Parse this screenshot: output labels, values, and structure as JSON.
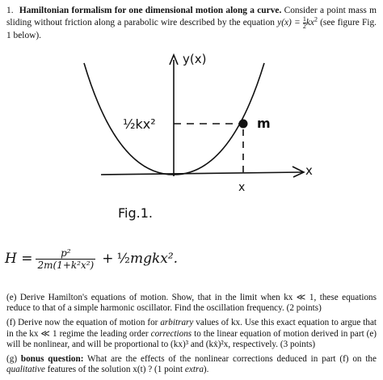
{
  "intro": {
    "number": "1.",
    "title": "Hamiltonian formalism for one dimensional motion along a curve.",
    "text_before_eq": "Consider a point mass m sliding without friction along a parabolic wire described by the equation",
    "equation": "y(x) = ",
    "half_num": "1",
    "half_den": "2",
    "eq_tail": "kx",
    "eq_exp": "2",
    "text_after": "(see figure Fig. 1 below)."
  },
  "figure": {
    "y_axis_label": "y(x)",
    "x_axis_label": "x",
    "x_point_label": "x",
    "mass_label": "m",
    "height_label": "½kx²",
    "caption": "Fig.1."
  },
  "hamiltonian": {
    "lhs": "H =",
    "num": "p²",
    "den": "2m(1+k²x²)",
    "plus": "+",
    "half": "½",
    "tail": "mgkx².",
    "full": "H = p² / 2m(1+k²x²) + ½mgkx²."
  },
  "questions": {
    "e": "(e) Derive Hamilton's equations of motion. Show, that in the limit when kx ≪ 1, these equations reduce to that of a simple harmonic oscillator. Find the oscillation frequency. (2 points)",
    "f_1": "(f) Derive now the equation of motion for",
    "f_arbitrary": "arbitrary",
    "f_2": "values of kx. Use this exact equation to argue that in the kx ≪ 1 regime the leading order",
    "f_corrections": "corrections",
    "f_3": "to the linear equation of motion derived in part (e) will be nonlinear, and will be proportional to (kx)³ and (kẋ)²x, respectively. (3 points)",
    "g_label": "(g)",
    "g_bonus": "bonus question:",
    "g_1": "What are the effects of the nonlinear corrections deduced in part (f) on the",
    "g_qualitative": "qualitative",
    "g_2": "features of the solution x(t) ? (1 point",
    "g_extra": "extra",
    "g_3": ")."
  }
}
